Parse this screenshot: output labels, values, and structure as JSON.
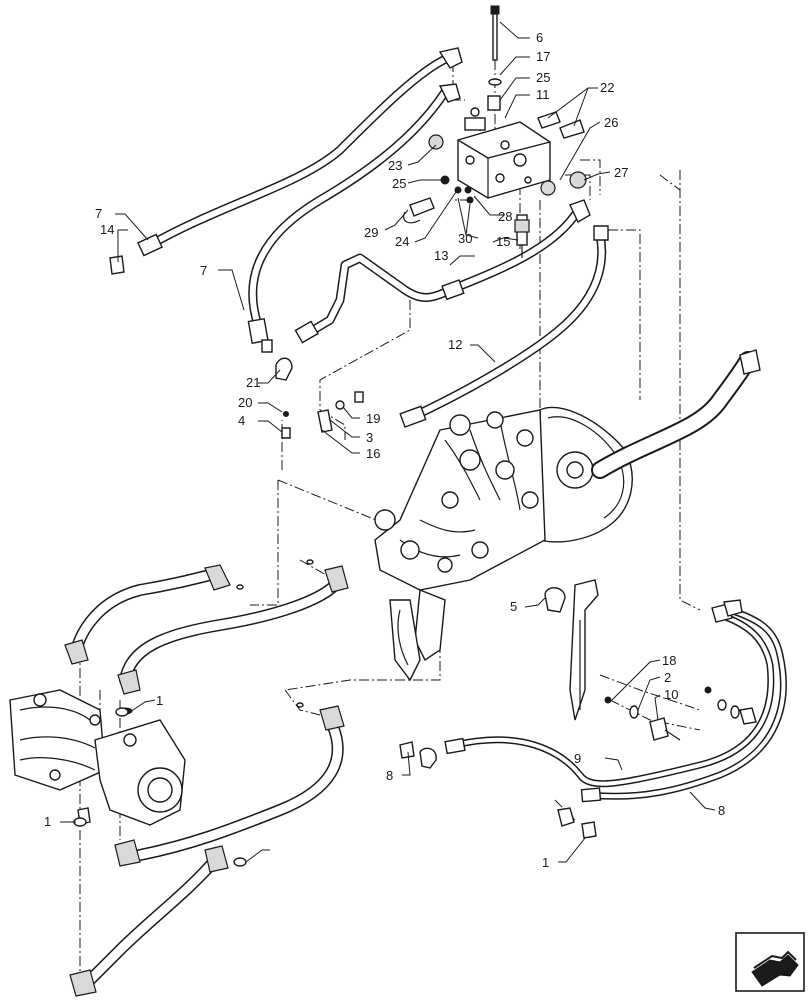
{
  "callouts": [
    "6",
    "17",
    "25",
    "11",
    "22",
    "26",
    "27",
    "23",
    "25",
    "28",
    "29",
    "24",
    "30",
    "15",
    "13",
    "7",
    "14",
    "7",
    "21",
    "20",
    "4",
    "19",
    "3",
    "16",
    "12",
    "5",
    "18",
    "2",
    "10",
    "9",
    "8",
    "8",
    "1",
    "1",
    "1"
  ],
  "icon": "next-page-arrow-icon"
}
